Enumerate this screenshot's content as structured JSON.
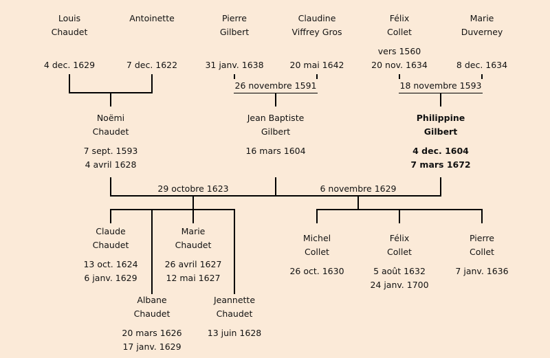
{
  "persons": {
    "louis": {
      "first": "Louis",
      "last": "Chaudet",
      "death": "4 dec. 1629"
    },
    "antoinette": {
      "first": "Antoinette",
      "death": "7 dec. 1622"
    },
    "pierre_g": {
      "first": "Pierre",
      "last": "Gilbert",
      "death": "31 janv. 1638"
    },
    "claudine": {
      "first": "Claudine",
      "last": "Viffrey Gros",
      "death": "20 mai 1642"
    },
    "felix_c": {
      "first": "Félix",
      "last": "Collet",
      "birth": "vers 1560",
      "death": "20 nov. 1634"
    },
    "marie_d": {
      "first": "Marie",
      "last": "Duverney",
      "death": "8 dec. 1634"
    },
    "noemi": {
      "first": "Noëmi",
      "last": "Chaudet",
      "birth": "7 sept. 1593",
      "death": "4 avril 1628"
    },
    "jean": {
      "first": "Jean Baptiste",
      "last": "Gilbert",
      "birth": "16 mars 1604"
    },
    "philippine": {
      "first": "Philippine",
      "last": "Gilbert",
      "birth": "4 dec. 1604",
      "death": "7 mars 1672"
    },
    "claude": {
      "first": "Claude",
      "last": "Chaudet",
      "birth": "13 oct. 1624",
      "death": "6 janv. 1629"
    },
    "albane": {
      "first": "Albane",
      "last": "Chaudet",
      "birth": "20 mars 1626",
      "death": "17 janv. 1629"
    },
    "marie_c": {
      "first": "Marie",
      "last": "Chaudet",
      "birth": "26 avril 1627",
      "death": "12 mai 1627"
    },
    "jeannette": {
      "first": "Jeannette",
      "last": "Chaudet",
      "birth": "13 juin 1628"
    },
    "michel": {
      "first": "Michel",
      "last": "Collet",
      "birth": "26 oct. 1630"
    },
    "felix_j": {
      "first": "Félix",
      "last": "Collet",
      "birth": "5 août 1632",
      "death": "24 janv. 1700"
    },
    "pierre_c": {
      "first": "Pierre",
      "last": "Collet",
      "birth": "7 janv. 1636"
    }
  },
  "marriages": {
    "gilbert_viffrey": "26 novembre 1591",
    "collet_duverney": "18 novembre 1593",
    "chaudet_gilbert": "29 octobre 1623",
    "gilbert_collet": "6 novembre 1629"
  }
}
